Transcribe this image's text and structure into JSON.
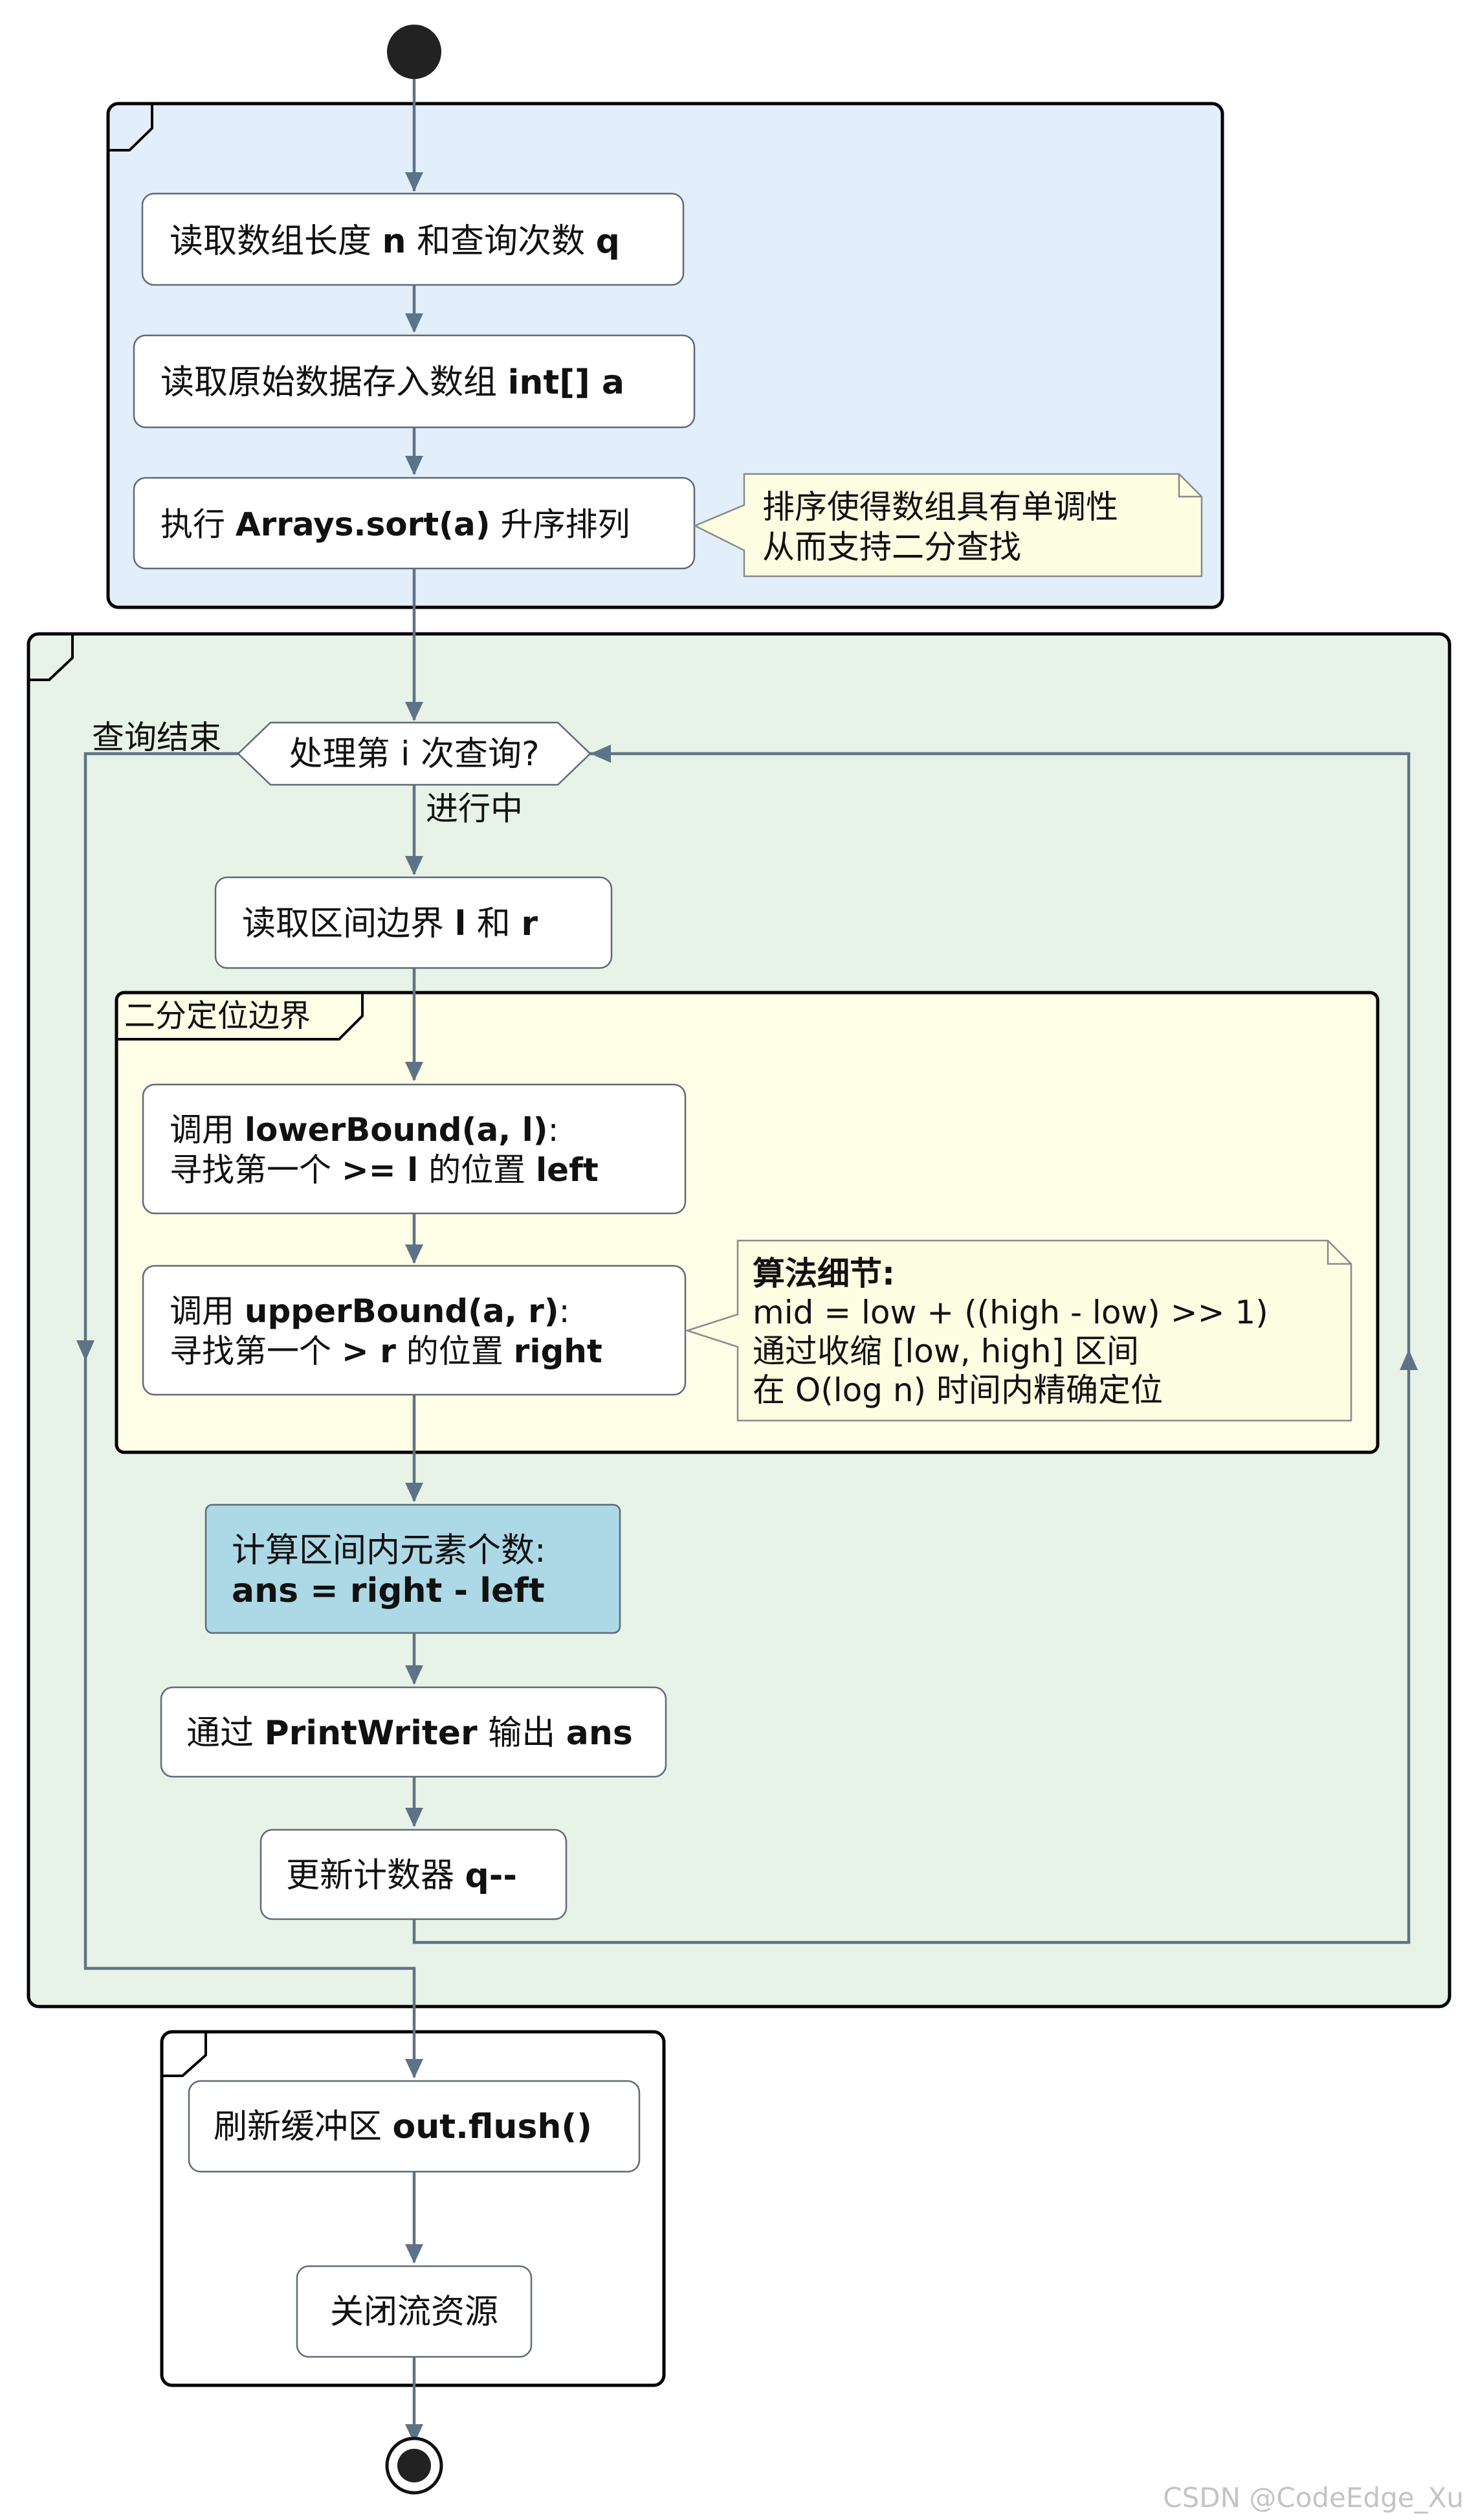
{
  "watermark": "CSDN @CodeEdge_Xu",
  "partitions": {
    "loop_frame_label": "二分定位边界"
  },
  "steps": {
    "read_n_q": {
      "prefix": "读取数组长度 ",
      "n": "n",
      "mid": " 和查询次数 ",
      "q": "q"
    },
    "read_array": {
      "prefix": "读取原始数据存入数组 ",
      "code": "int[] a"
    },
    "sort": {
      "prefix": "执行 ",
      "code": "Arrays.sort(a)",
      "suffix": " 升序排列"
    },
    "read_lr": {
      "prefix": "读取区间边界 ",
      "l": "l",
      "mid": " 和 ",
      "r": "r"
    },
    "lower": {
      "l1_prefix": "调用 ",
      "l1_code": "lowerBound(a, l)",
      "l1_suffix": ":",
      "l2_prefix": "寻找第一个 ",
      "l2_op": ">= l",
      "l2_mid": " 的位置 ",
      "l2_var": "left"
    },
    "upper": {
      "l1_prefix": "调用 ",
      "l1_code": "upperBound(a, r)",
      "l1_suffix": ":",
      "l2_prefix": "寻找第一个 ",
      "l2_op": "> r",
      "l2_mid": " 的位置 ",
      "l2_var": "right"
    },
    "compute": {
      "line1": "计算区间内元素个数:",
      "line2": "ans = right - left"
    },
    "print": {
      "prefix": "通过 ",
      "code": "PrintWriter",
      "mid": " 输出 ",
      "var": "ans"
    },
    "update": {
      "prefix": "更新计数器 ",
      "code": "q--"
    },
    "flush": {
      "prefix": "刷新缓冲区 ",
      "code": "out.flush()"
    },
    "close": {
      "label": "关闭流资源"
    }
  },
  "decision": {
    "label": "处理第 i 次查询?",
    "yes_label": "进行中",
    "no_label": "查询结束"
  },
  "notes": {
    "sort_note": {
      "line1": "排序使得数组具有单调性",
      "line2": "从而支持二分查找"
    },
    "algo_note": {
      "title": "算法细节:",
      "line1": "mid = low + ((high - low) >> 1)",
      "line2": "通过收缩 [low, high] 区间",
      "line3": "在 O(log n) 时间内精确定位"
    }
  },
  "colors": {
    "partition_blue": "#e2effa",
    "partition_green": "#e8f3e8",
    "group_yellow": "#fefde6",
    "highlight_box": "#add8e6",
    "note_fill": "#fdfde2",
    "arrow": "#5e7387"
  }
}
